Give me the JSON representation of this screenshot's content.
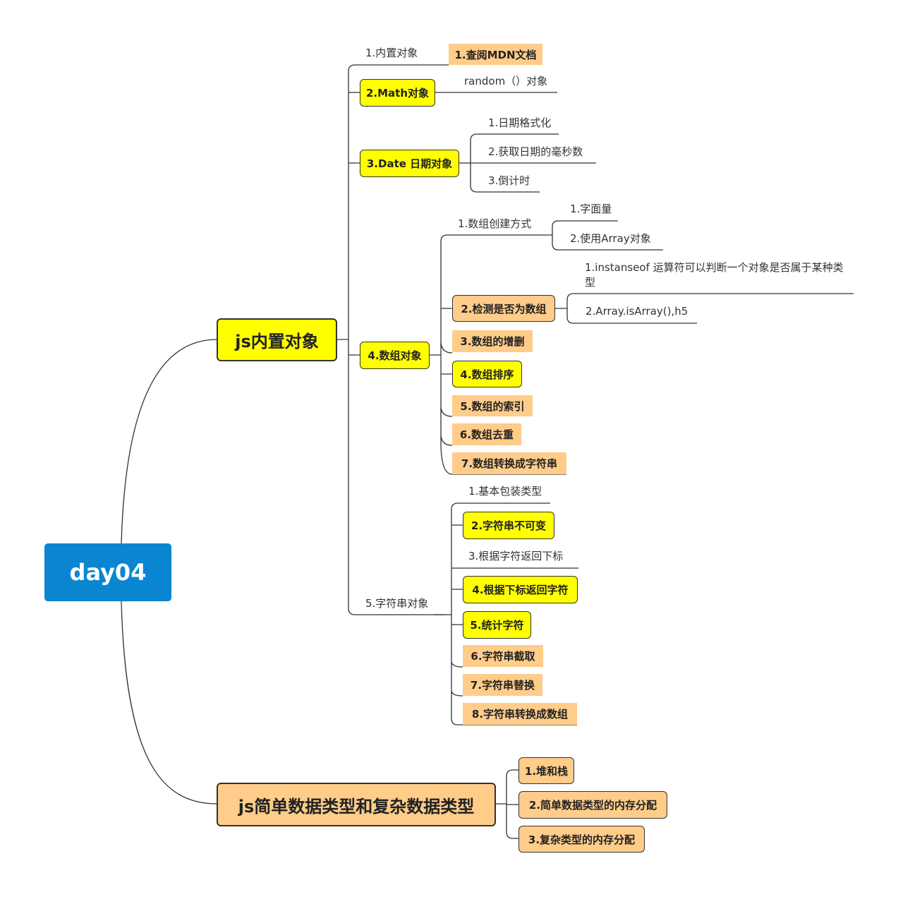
{
  "root": {
    "label": "day04"
  },
  "colors": {
    "root": "#0a86d1",
    "yellow": "#ffff00",
    "orange": "#ffcc8a",
    "line": "#333333"
  },
  "branch1": {
    "label": "js内置对象",
    "items": {
      "builtin_objects": "1.内置对象",
      "mdn": "1.查阅MDN文档",
      "math": "2.Math对象",
      "random": "random（）对象",
      "date": "3.Date 日期对象",
      "date_format": "1.日期格式化",
      "date_ms": "2.获取日期的毫秒数",
      "countdown": "3.倒计时",
      "array": "4.数组对象",
      "array_create": "1.数组创建方式",
      "literal": "1.字面量",
      "array_ctor": "2.使用Array对象",
      "detect_array": "2.检测是否为数组",
      "instanceof": "1.instanseof 运算符可以判断一个对象是否属于某种类型",
      "is_array": "2.Array.isArray(),h5",
      "array_add_remove": "3.数组的增删",
      "array_sort": "4.数组排序",
      "array_index": "5.数组的索引",
      "array_dedupe": "6.数组去重",
      "array_to_string": "7.数组转换成字符串",
      "string": "5.字符串对象",
      "wrapper_types": "1.基本包装类型",
      "immutable": "2.字符串不可变",
      "index_by_char": "3.根据字符返回下标",
      "char_by_index": "4.根据下标返回字符",
      "count_chars": "5.统计字符",
      "substring": "6.字符串截取",
      "replace": "7.字符串替换",
      "split": "8.字符串转换成数组"
    }
  },
  "branch2": {
    "label": "js简单数据类型和复杂数据类型",
    "items": {
      "heap_stack": "1.堆和栈",
      "simple_memory": "2.简单数据类型的内存分配",
      "complex_memory": "3.复杂类型的内存分配"
    }
  }
}
